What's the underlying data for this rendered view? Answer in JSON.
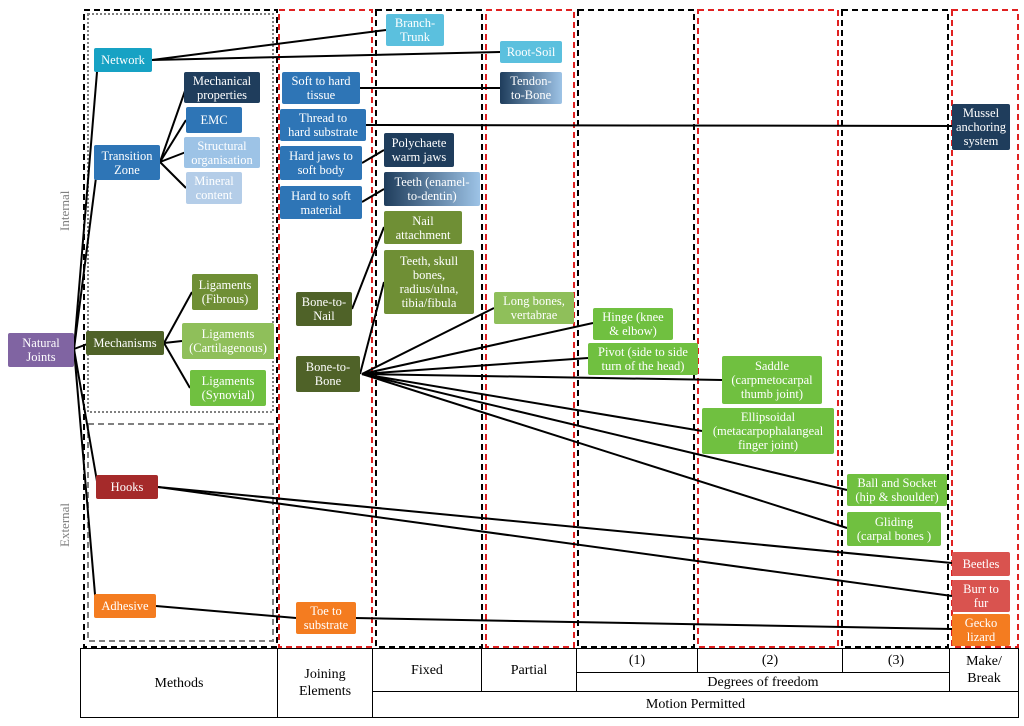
{
  "labels": {
    "internal": "Internal",
    "external": "External"
  },
  "nodes": {
    "natural_joints": "Natural\nJoints",
    "network": "Network",
    "transition_zone": "Transition\nZone",
    "mechanisms": "Mechanisms",
    "hooks": "Hooks",
    "adhesive": "Adhesive",
    "mechanical_properties": "Mechanical\nproperties",
    "emc": "EMC",
    "structural_organisation": "Structural\norganisation",
    "mineral_content": "Mineral\ncontent",
    "ligaments_fibrous": "Ligaments\n(Fibrous)",
    "ligaments_cartilagenous": "Ligaments\n(Cartilagenous)",
    "ligaments_synovial": "Ligaments\n(Synovial)",
    "soft_to_hard_tissue": "Soft to hard\ntissue",
    "thread_to_hard_substrate": "Thread to\nhard substrate",
    "hard_jaws_to_soft_body": "Hard jaws to\nsoft body",
    "hard_to_soft_material": "Hard to soft\nmaterial",
    "bone_to_nail": "Bone-to-\nNail",
    "bone_to_bone": "Bone-to-\nBone",
    "toe_to_substrate": "Toe to\nsubstrate",
    "branch_trunk": "Branch-\nTrunk",
    "polychaete_warm_jaws": "Polychaete\nwarm jaws",
    "teeth_enamel_dentin": "Teeth (enamel-\nto-dentin)",
    "nail_attachment": "Nail\nattachment",
    "teeth_skull_bones": "Teeth, skull\nbones,\nradius/ulna,\ntibia/fibula",
    "root_soil": "Root-Soil",
    "tendon_to_bone": "Tendon-\nto-Bone",
    "long_bones": "Long bones,\nvertabrae",
    "hinge": "Hinge (knee\n& elbow)",
    "pivot": "Pivot (side to side\nturn of the head)",
    "saddle": "Saddle\n(carpmetocarpal\nthumb joint)",
    "ellipsoidal": "Ellipsoidal\n(metacarpophalangeal\nfinger joint)",
    "ball_and_socket": "Ball and Socket\n(hip & shoulder)",
    "gliding": "Gliding\n(carpal bones )",
    "mussel_anchoring": "Mussel\nanchoring\nsystem",
    "beetles": "Beetles",
    "burr_to_fur": "Burr to\nfur",
    "gecko_lizard": "Gecko\nlizard"
  },
  "table": {
    "methods": "Methods",
    "joining_elements": "Joining\nElements",
    "fixed": "Fixed",
    "partial": "Partial",
    "dof_1": "(1)",
    "dof_2": "(2)",
    "dof_3": "(3)",
    "make_break": "Make/\nBreak",
    "degrees_of_freedom": "Degrees of freedom",
    "motion_permitted": "Motion Permitted"
  },
  "colors": {
    "purple": "#8064a2",
    "cyan": "#17a2c4",
    "blue": "#2e75b6",
    "dark_navy": "#1f3d5c",
    "light_blue": "#9dc3e6",
    "pale_blue": "#b4cde8",
    "dark_olive": "#4f6228",
    "olive_green": "#6f8f35",
    "light_green": "#8fbf5a",
    "green": "#70c040",
    "dark_red": "#a52a2a",
    "red": "#d9534f",
    "orange": "#f47c20",
    "light_cyan": "#5bc0de",
    "dashed_red": "#e02020",
    "dashed_black": "#000000",
    "dashed_gray": "#808080"
  }
}
